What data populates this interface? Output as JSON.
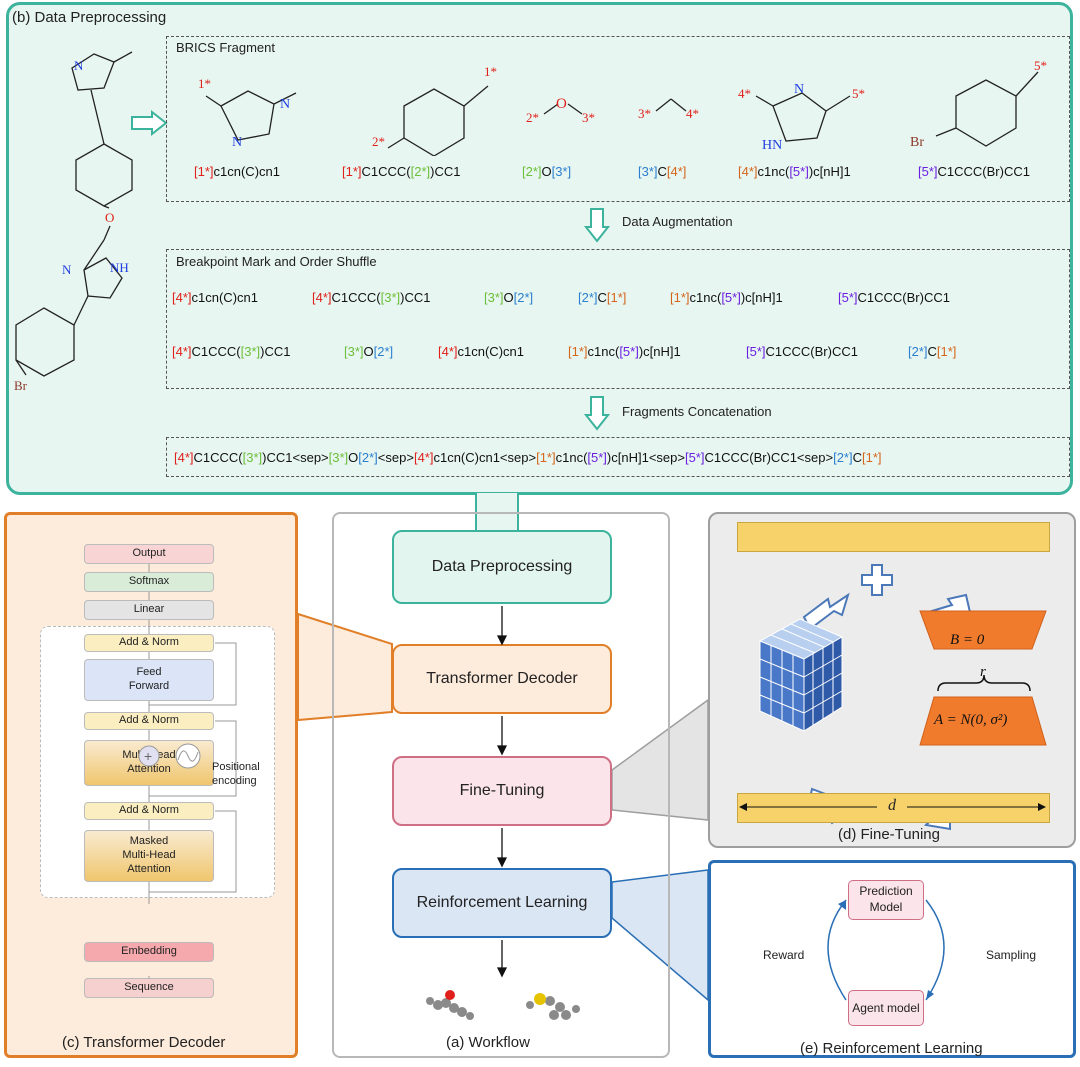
{
  "panel_b": {
    "title": "(b) Data Preprocessing",
    "brics_title": "BRICS Fragment",
    "breakpoint_title": "Breakpoint Mark and Order Shuffle",
    "step1": "Data Augmentation",
    "step2": "Fragments Concatenation",
    "fragments": [
      [
        {
          "t": "[1*]",
          "c": "red"
        },
        {
          "t": "c1cn(C)cn1",
          "c": "blk"
        }
      ],
      [
        {
          "t": "[1*]",
          "c": "red"
        },
        {
          "t": "C1CCC(",
          "c": "blk"
        },
        {
          "t": "[2*]",
          "c": "grn"
        },
        {
          "t": ")CC1",
          "c": "blk"
        }
      ],
      [
        {
          "t": "[2*]",
          "c": "grn"
        },
        {
          "t": "O",
          "c": "blk"
        },
        {
          "t": "[3*]",
          "c": "blu"
        }
      ],
      [
        {
          "t": "[3*]",
          "c": "blu"
        },
        {
          "t": "C",
          "c": "blk"
        },
        {
          "t": "[4*]",
          "c": "org"
        }
      ],
      [
        {
          "t": "[4*]",
          "c": "org"
        },
        {
          "t": "c1nc(",
          "c": "blk"
        },
        {
          "t": "[5*]",
          "c": "pur"
        },
        {
          "t": ")c[nH]1",
          "c": "blk"
        }
      ],
      [
        {
          "t": "[5*]",
          "c": "pur"
        },
        {
          "t": "C1CCC(Br)CC1",
          "c": "blk"
        }
      ]
    ],
    "shuffle_row1": [
      [
        {
          "t": "[4*]",
          "c": "red"
        },
        {
          "t": "c1cn(C)cn1",
          "c": "blk"
        }
      ],
      [
        {
          "t": "[4*]",
          "c": "red"
        },
        {
          "t": "C1CCC(",
          "c": "blk"
        },
        {
          "t": "[3*]",
          "c": "grn"
        },
        {
          "t": ")CC1",
          "c": "blk"
        }
      ],
      [
        {
          "t": "[3*]",
          "c": "grn"
        },
        {
          "t": "O",
          "c": "blk"
        },
        {
          "t": "[2*]",
          "c": "blu"
        }
      ],
      [
        {
          "t": "[2*]",
          "c": "blu"
        },
        {
          "t": "C",
          "c": "blk"
        },
        {
          "t": "[1*]",
          "c": "org"
        }
      ],
      [
        {
          "t": "[1*]",
          "c": "org"
        },
        {
          "t": "c1nc(",
          "c": "blk"
        },
        {
          "t": "[5*]",
          "c": "pur"
        },
        {
          "t": ")c[nH]1",
          "c": "blk"
        }
      ],
      [
        {
          "t": "[5*]",
          "c": "pur"
        },
        {
          "t": "C1CCC(Br)CC1",
          "c": "blk"
        }
      ]
    ],
    "shuffle_row2": [
      [
        {
          "t": "[4*]",
          "c": "red"
        },
        {
          "t": "C1CCC(",
          "c": "blk"
        },
        {
          "t": "[3*]",
          "c": "grn"
        },
        {
          "t": ")CC1",
          "c": "blk"
        }
      ],
      [
        {
          "t": "[3*]",
          "c": "grn"
        },
        {
          "t": "O",
          "c": "blk"
        },
        {
          "t": "[2*]",
          "c": "blu"
        }
      ],
      [
        {
          "t": "[4*]",
          "c": "red"
        },
        {
          "t": "c1cn(C)cn1",
          "c": "blk"
        }
      ],
      [
        {
          "t": "[1*]",
          "c": "org"
        },
        {
          "t": "c1nc(",
          "c": "blk"
        },
        {
          "t": "[5*]",
          "c": "pur"
        },
        {
          "t": ")c[nH]1",
          "c": "blk"
        }
      ],
      [
        {
          "t": "[5*]",
          "c": "pur"
        },
        {
          "t": "C1CCC(Br)CC1",
          "c": "blk"
        }
      ],
      [
        {
          "t": "[2*]",
          "c": "blu"
        },
        {
          "t": "C",
          "c": "blk"
        },
        {
          "t": "[1*]",
          "c": "org"
        }
      ]
    ],
    "concatenated": [
      {
        "t": "[4*]",
        "c": "red"
      },
      {
        "t": "C1CCC(",
        "c": "blk"
      },
      {
        "t": "[3*]",
        "c": "grn"
      },
      {
        "t": ")CC1<sep>",
        "c": "blk"
      },
      {
        "t": "[3*]",
        "c": "grn"
      },
      {
        "t": "O",
        "c": "blk"
      },
      {
        "t": "[2*]",
        "c": "blu"
      },
      {
        "t": "<sep>",
        "c": "blk"
      },
      {
        "t": "[4*]",
        "c": "red"
      },
      {
        "t": "c1cn(C)cn1<sep>",
        "c": "blk"
      },
      {
        "t": "[1*]",
        "c": "org"
      },
      {
        "t": "c1nc(",
        "c": "blk"
      },
      {
        "t": "[5*]",
        "c": "pur"
      },
      {
        "t": ")c[nH]1<sep>",
        "c": "blk"
      },
      {
        "t": "[5*]",
        "c": "pur"
      },
      {
        "t": "C1CCC(Br)CC1<sep>",
        "c": "blk"
      },
      {
        "t": "[2*]",
        "c": "blu"
      },
      {
        "t": "C",
        "c": "blk"
      },
      {
        "t": "[1*]",
        "c": "org"
      }
    ],
    "mol_labels": {
      "m1_star": "1*",
      "m1_N": "N",
      "m1_N2": "N",
      "m2_s1": "1*",
      "m2_s2": "2*",
      "m3_s1": "2*",
      "m3_O": "O",
      "m3_s2": "3*",
      "m4_s1": "3*",
      "m4_s2": "4*",
      "m5_s1": "4*",
      "m5_N": "N",
      "m5_HN": "HN",
      "m5_s2": "5*",
      "m6_Br": "Br",
      "m6_s": "5*",
      "src_O": "O",
      "src_N": "N",
      "src_NH": "NH",
      "src_Br": "Br"
    }
  },
  "panel_a": {
    "caption": "(a) Workflow",
    "steps": [
      "Data Preprocessing",
      "Transformer Decoder",
      "Fine-Tuning",
      "Reinforcement Learning"
    ]
  },
  "panel_c": {
    "caption": "(c) Transformer Decoder",
    "output": "Output",
    "softmax": "Softmax",
    "linear": "Linear",
    "add_norm": "Add & Norm",
    "feed_forward": "Feed\nForward",
    "mha": "Multi-Head\nAttention",
    "masked_mha": "Masked\nMulti-Head\nAttention",
    "embedding": "Embedding",
    "sequence": "Sequence",
    "positional": "Positional\nencoding"
  },
  "panel_d": {
    "caption": "(d) Fine-Tuning",
    "b_label": "B = 0",
    "a_label": "A = N(0, σ²)",
    "r_label": "r",
    "d_label": "d"
  },
  "panel_e": {
    "caption": "(e) Reinforcement Learning",
    "prediction": "Prediction\nModel",
    "agent": "Agent model",
    "reward": "Reward",
    "sampling": "Sampling"
  },
  "colors": {
    "red": "#e0201b",
    "grn": "#6cbf3a",
    "blu": "#2a7fd0",
    "org": "#d4661c",
    "pur": "#6a1fe0",
    "blk": "#111111",
    "teal": "#3cb39d",
    "orange": "#e07f28",
    "pink": "#cf6f86",
    "blue": "#2a6fb5"
  }
}
